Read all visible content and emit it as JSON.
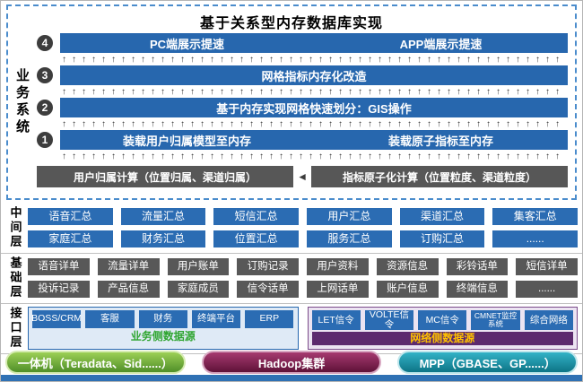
{
  "title": "基于关系型内存数据库实现",
  "icons": {
    "up_arrow": "↑",
    "left_arrow": "◄"
  },
  "colors": {
    "bar_blue": "#2767ae",
    "bar_gray": "#575757",
    "dashed_border": "#4a8ccc",
    "caption_green": "#2fa530",
    "caption_yellow": "#ffc000",
    "pill_green": "#4f8f28",
    "pill_maroon": "#5f1238",
    "pill_teal": "#0d7486"
  },
  "business_system": {
    "label": "业务系统",
    "steps": [
      {
        "num": "4",
        "items": [
          "PC端展示提速",
          "APP端展示提速"
        ]
      },
      {
        "num": "3",
        "items": [
          "网格指标内存化改造"
        ]
      },
      {
        "num": "2",
        "items": [
          "基于内存实现网格快速划分：GIS操作"
        ]
      },
      {
        "num": "1",
        "items": [
          "装载用户归属模型至内存",
          "装载原子指标至内存"
        ]
      }
    ],
    "compute_left": "用户归属计算（位置归属、渠道归属）",
    "compute_right": "指标原子化计算（位置粒度、渠道粒度）"
  },
  "middle_layer": {
    "label": "中间层",
    "row1": [
      "语音汇总",
      "流量汇总",
      "短信汇总",
      "用户汇总",
      "渠道汇总",
      "集客汇总"
    ],
    "row2": [
      "家庭汇总",
      "财务汇总",
      "位置汇总",
      "服务汇总",
      "订购汇总",
      "......"
    ]
  },
  "base_layer": {
    "label": "基础层",
    "row1": [
      "语音详单",
      "流量详单",
      "用户账单",
      "订购记录",
      "用户资料",
      "资源信息",
      "彩铃话单",
      "短信详单"
    ],
    "row2": [
      "投诉记录",
      "产品信息",
      "家庭成员",
      "信令话单",
      "上网话单",
      "账户信息",
      "终端信息",
      "......"
    ]
  },
  "interface_layer": {
    "label": "接口层",
    "business_source": {
      "items": [
        "BOSS/CRM",
        "客服",
        "财务",
        "终端平台",
        "ERP"
      ],
      "caption": "业务侧数据源"
    },
    "network_source": {
      "items": [
        "LET信令",
        "VOLTE信令",
        "MC信令",
        "CMNET监控系统",
        "综合网络"
      ],
      "caption": "网络侧数据源"
    }
  },
  "storage": {
    "appliance": "一体机（Teradata、Sid......）",
    "hadoop": "Hadoop集群",
    "mpp": "MPP（GBASE、GP......）"
  }
}
